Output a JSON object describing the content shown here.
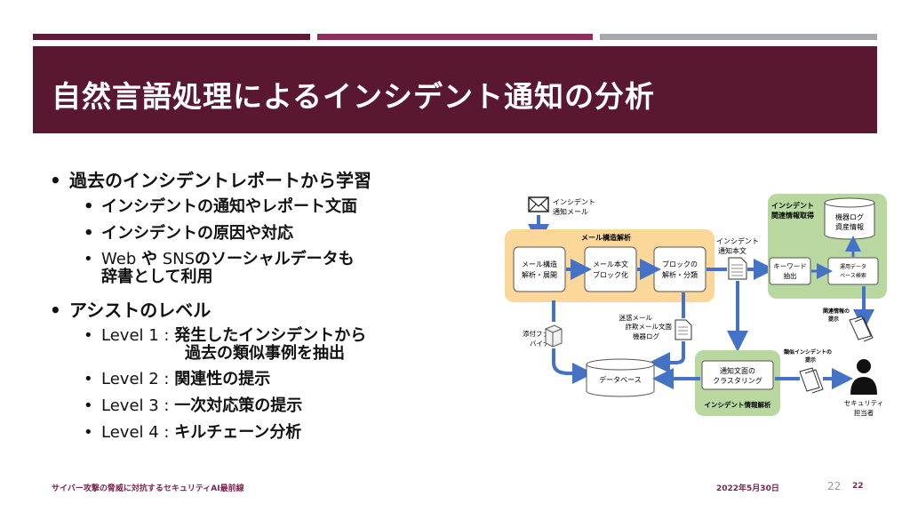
{
  "slide": {
    "title": "自然言語処理によるインシデント通知の分析",
    "bullets": {
      "b1": "過去のインシデントレポートから学習",
      "b1_1": "インシデントの通知やレポート文面",
      "b1_2": "インシデントの原因や対応",
      "b1_3a": "Web ",
      "b1_3b": "や",
      "b1_3c": "SNS",
      "b1_3d": "のソーシャルデータも",
      "b1_3e": "辞書として利用",
      "b2": "アシストのレベル",
      "l1_label": "Level 1 : ",
      "l1_text_a": "発生したインシデントから",
      "l1_text_b": "過去の類似事例を抽出",
      "l2_label": "Level 2 : ",
      "l2_text": "関連性の提示",
      "l3_label": "Level 3 : ",
      "l3_text": "一次対応策の提示",
      "l4_label": "Level 4 : ",
      "l4_text": "キルチェーン分析"
    }
  },
  "diagram": {
    "mail_label_1": "インシデント",
    "mail_label_2": "通知メール",
    "mail_analysis": "メール構造解析",
    "box1_a": "メール構造",
    "box1_b": "解析・展開",
    "box2_a": "メール本文",
    "box2_b": "ブロック化",
    "box3_a": "ブロックの",
    "box3_b": "解析・分類",
    "incident_body_1": "インシデント",
    "incident_body_2": "通知本文",
    "related_info_1": "インシデント",
    "related_info_2": "関連情報取得",
    "devlog_1": "機器ログ",
    "devlog_2": "資産情報",
    "keyword_1": "キーワード",
    "keyword_2": "抽出",
    "opsdb_1": "運用データ",
    "opsdb_2": "ベース検索",
    "spam_1": "迷惑メール",
    "spam_2": "詐欺メール文面",
    "spam_3": "機器ログ",
    "attach_1": "添付ファイル",
    "attach_2": "バイナリ",
    "database": "データベース",
    "cluster_1": "通知文面の",
    "cluster_2": "クラスタリング",
    "incident_analysis": "インシデント情報解析",
    "related_present_1": "関連情報の",
    "related_present_2": "提示",
    "similar_1": "類似インシデントの",
    "similar_2": "提示",
    "officer_1": "セキュリティ",
    "officer_2": "担当者"
  },
  "footer": {
    "left": "サイバー攻撃の脅威に対抗するセキュリティAI最前線",
    "date": "2022年5月30日",
    "num_faint": "22",
    "num": "22"
  },
  "colors": {
    "title_band": "#5a1730",
    "accent_bar_1": "#5c1a35",
    "accent_bar_2": "#8b2f5d",
    "accent_bar_3": "#a5a8ad",
    "arrow_blue": "#4472c4",
    "orange_panel": "#fbd89a",
    "green_panel": "#b8d8a0"
  },
  "icons": [
    "envelope-icon",
    "document-icon",
    "cube-icon",
    "database-icon",
    "person-icon"
  ]
}
